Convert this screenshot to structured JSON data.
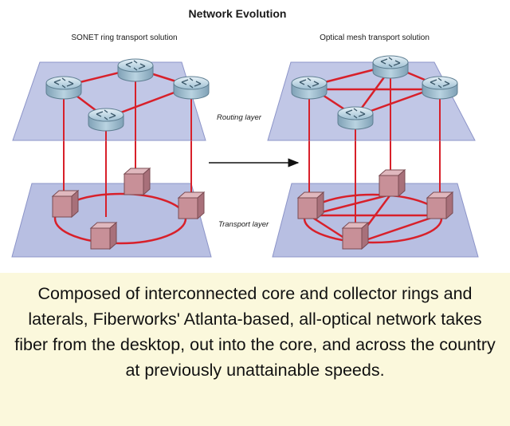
{
  "figure": {
    "title": "Network Evolution",
    "left_label": "SONET ring transport solution",
    "right_label": "Optical mesh transport solution",
    "routing_layer_label": "Routing layer",
    "transport_layer_label": "Transport layer"
  },
  "caption": "Composed of interconnected core and collector rings and laterals, Fiberworks' Atlanta-based, all-optical network takes fiber from the desktop, out into the core, and across the country at previously unattainable speeds.",
  "colors": {
    "plane": "#b8bfe2",
    "plane_edge": "#8c94c8",
    "link": "#d8202a",
    "box_front": "#c89098",
    "router": "#a4c2d4",
    "caption_bg": "#fbf8dc"
  },
  "icons": {
    "router": "router-icon",
    "switch": "optical-switch-box-icon",
    "arrow": "arrow-right-icon"
  }
}
